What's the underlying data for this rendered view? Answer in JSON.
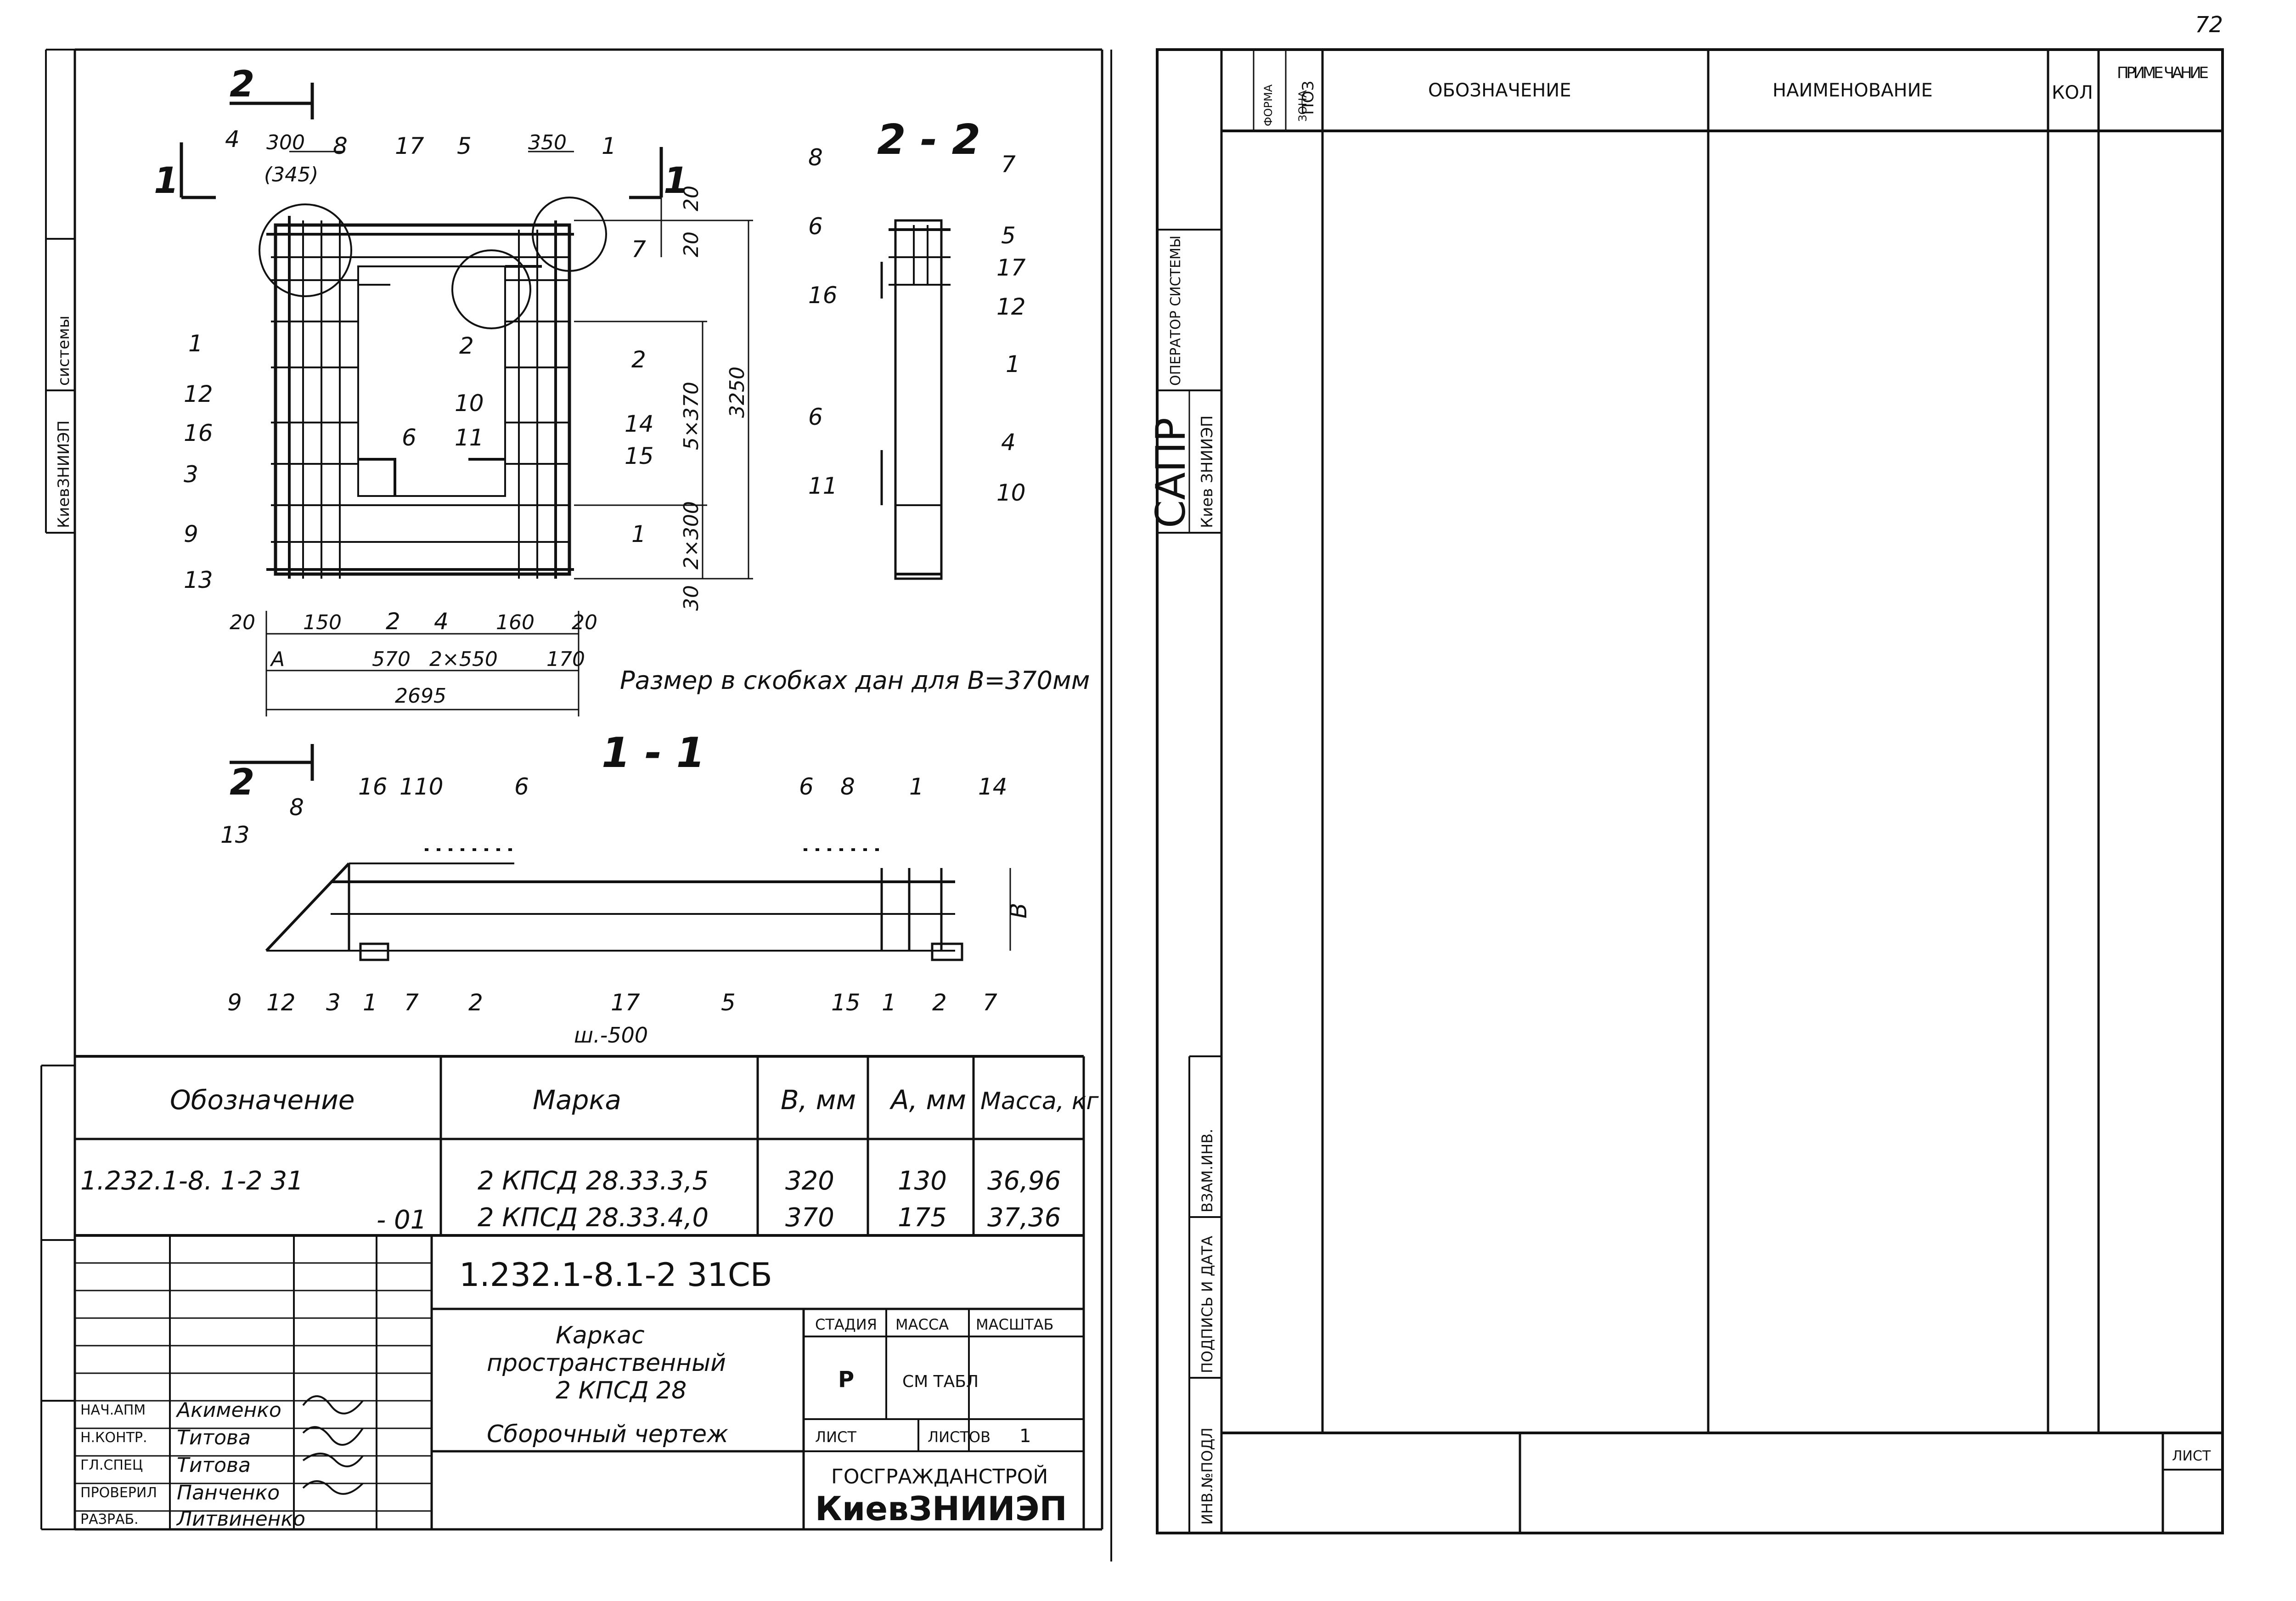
{
  "page_number": "72",
  "left_sheet": {
    "side_stamp": {
      "org": "КиевЗНИИЭП",
      "group": "системы"
    },
    "section_marks": {
      "top_2": "2",
      "mark_1_left": "1",
      "mark_1_right": "1",
      "bottom_2": "2"
    },
    "plan": {
      "dim_labels": [
        "300",
        "(345)",
        "350",
        "20",
        "20",
        "3250",
        "5×370",
        "2×300",
        "30",
        "20",
        "150",
        "160",
        "20",
        "А",
        "570",
        "2×550",
        "170",
        "2695"
      ],
      "callouts": [
        "4",
        "8",
        "17",
        "5",
        "1",
        "7",
        "2",
        "1",
        "2",
        "12",
        "16",
        "3",
        "9",
        "13",
        "6",
        "10",
        "11",
        "14",
        "15",
        "1",
        "2",
        "4"
      ],
      "note": "Размер в скобках дан для В=370мм"
    },
    "section_2_2": {
      "title": "2 - 2",
      "callouts": [
        "8",
        "7",
        "6",
        "5",
        "17",
        "16",
        "12",
        "1",
        "6",
        "4",
        "11",
        "10"
      ]
    },
    "section_1_1": {
      "title": "1 - 1",
      "callouts": [
        "16",
        "110",
        "6",
        "6",
        "8",
        "1",
        "14",
        "13",
        "8",
        "В",
        "9",
        "12",
        "3",
        "1",
        "7",
        "2",
        "17",
        "5",
        "15",
        "1",
        "2",
        "7"
      ],
      "note": "ш.-500"
    },
    "spec_table": {
      "headers": [
        "Обозначение",
        "Марка",
        "В, мм",
        "А, мм",
        "Масса, кг"
      ],
      "rows": [
        {
          "designation": "1.232.1-8. 1-2 31",
          "mark": "2 КПСД 28.33.3,5",
          "b": "320",
          "a": "130",
          "mass": "36,96"
        },
        {
          "designation": "- 01",
          "mark": "2 КПСД 28.33.4,0",
          "b": "370",
          "a": "175",
          "mass": "37,36"
        }
      ]
    },
    "title_block": {
      "doc_code": "1.232.1-8.1-2 31СБ",
      "name": [
        "Каркас",
        "пространственный",
        "2 КПСД 28"
      ],
      "drawing_type": "Сборочный чертеж",
      "labels": {
        "stage": "СТАДИЯ",
        "mass": "МАССА",
        "scale": "МАСШТАБ",
        "sheet": "ЛИСТ",
        "sheets": "ЛИСТОВ"
      },
      "stage": "Р",
      "mass": "СМ ТАБЛ",
      "sheets_count": "1",
      "org1": "ГОСГРАЖДАНСТРОЙ",
      "org2": "КиевЗНИИЭП",
      "signatures": [
        {
          "role": "НАЧ.АПМ",
          "name": "Акименко"
        },
        {
          "role": "Н.КОНТР.",
          "name": "Титова"
        },
        {
          "role": "ГЛ.СПЕЦ",
          "name": "Титова"
        },
        {
          "role": "ПРОВЕРИЛ",
          "name": "Панченко"
        },
        {
          "role": "РАЗРАБ.",
          "name": "Литвиненко"
        }
      ]
    }
  },
  "right_sheet": {
    "headers": [
      "ФОРМА",
      "ЗОНА",
      "ПОЗ",
      "ОБОЗНАЧЕНИЕ",
      "НАИМЕНОВАНИЕ",
      "КОЛ",
      "ПРИМЕ ЧАНИЕ"
    ],
    "side_labels": {
      "operator": "ОПЕРАТОР СИСТЕМЫ",
      "sapr": "САПР",
      "kiev": "Киев ЗНИИЭП",
      "vzam": "ВЗАМ.ИНВ.",
      "podpis": "ПОДПИСЬ И ДАТА",
      "inv": "ИНВ.№ПОДЛ"
    },
    "footer_label": "ЛИСТ"
  }
}
